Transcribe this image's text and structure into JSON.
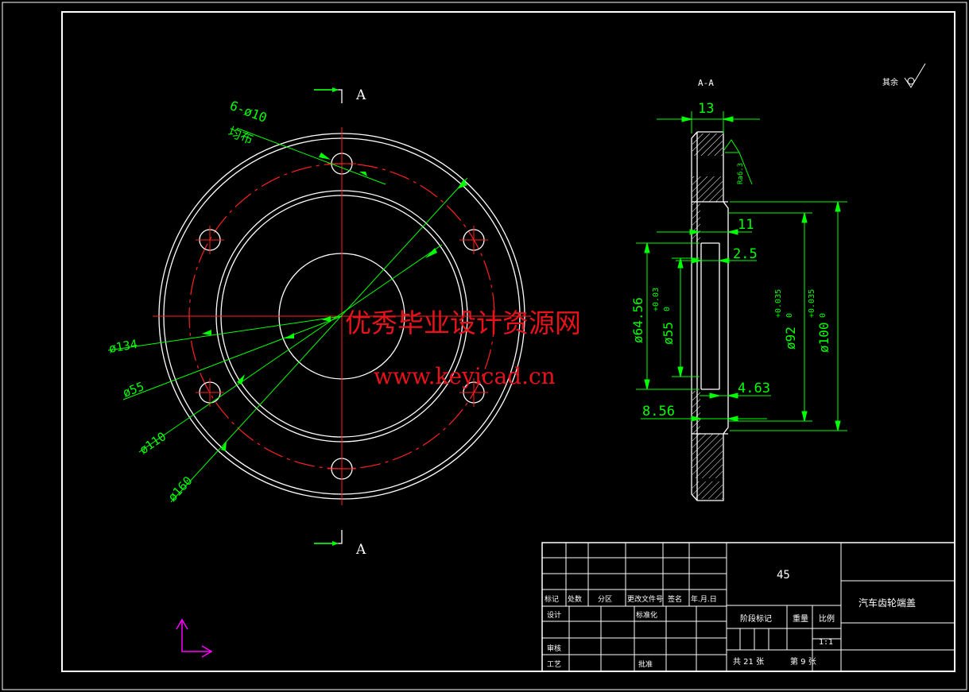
{
  "front_view": {
    "section_label_top": "A",
    "section_label_bottom": "A",
    "hole_note_line1": "6-ø10",
    "hole_note_line2": "均布",
    "dims": [
      "ø134",
      "ø55",
      "ø110",
      "ø160"
    ]
  },
  "section_view": {
    "title": "A-A",
    "dim_width": "13",
    "dim_11": "11",
    "dim_2_5": "2.5",
    "dim_4_63": "4.63",
    "dim_8_56": "8.56",
    "dia_64_56": "ø64.56",
    "dia_55": "ø55",
    "dia_55_tol_upper": "+0.03",
    "dia_55_tol_lower": "0",
    "dia_92": "ø92",
    "dia_92_tol_upper": "+0.035",
    "dia_92_tol_lower": "0",
    "dia_100": "ø100",
    "dia_100_tol_upper": "+0.035",
    "dia_100_tol_lower": "0",
    "surface_roughness": "Ra6.3"
  },
  "corner_note": "其余",
  "watermark": {
    "line1": "优秀毕业设计资源网",
    "line2": "www.keyicad.cn"
  },
  "title_block": {
    "material": "45",
    "part_name": "汽车齿轮端盖",
    "scale": "1:1",
    "stage_label": "阶段标记",
    "weight_label": "重量",
    "scale_label": "比例",
    "sheets_total": "共 21 张",
    "sheet_number": "第 9 张",
    "rev_headers": [
      "标记",
      "处数",
      "分区",
      "更改文件号",
      "签名",
      "年.月.日"
    ],
    "designer_label": "设计",
    "standardize_label": "标准化",
    "check_label": "审核",
    "process_label": "工艺",
    "approve_label": "批准"
  },
  "colors": {
    "geometry": "#ffffff",
    "dimension": "#00ff00",
    "centerline": "#ff2020",
    "hatch": "#ffffff",
    "ucs": "#ff00ff"
  }
}
